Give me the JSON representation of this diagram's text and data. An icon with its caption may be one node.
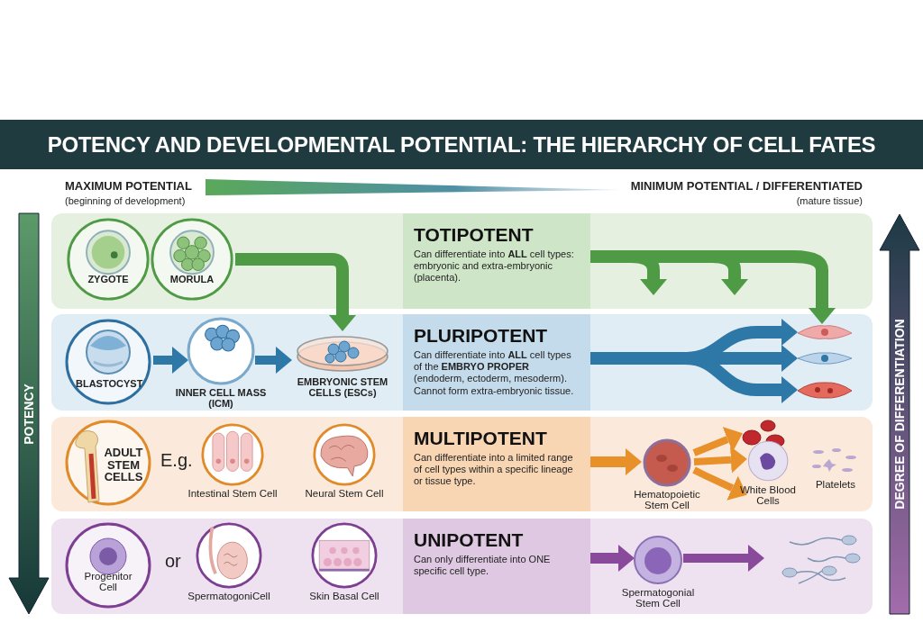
{
  "diagram": {
    "title": "POTENCY AND DEVELOPMENTAL POTENTIAL: THE HIERARCHY OF CELL FATES",
    "nodes": [
      {
        "text": [],
        "shape": "box"
      },
      {
        "text": [
          "ZYGOTE"
        ],
        "in": 0
      },
      {
        "text": [
          "MORULA"
        ],
        "in": 0
      },
      {
        "text": [
          "TOTIPOTENT",
          "Can differentiate into **ALL** cell types: embryonic and extra-embryonic (placenta)."
        ],
        "in": 0
      },
      {
        "text": [],
        "shape": "box"
      },
      {
        "text": [
          "BLASTOCYST"
        ],
        "in": 4
      },
      {
        "text": [
          "**INNER CELL MASS** (ICM)"
        ],
        "in": 4
      },
      {
        "text": [
          "**EMBRYONIC STEM CELLS** (ESCs)"
        ],
        "in": 4
      },
      {
        "text": [
          "PLURIPOTENT",
          "Can differentiate into **ALL** cell types of the **EMBRYO PROPER** (endoderm, ectoderm, mesoderm). Cannot form extra-embryonic tissue."
        ],
        "in": 4
      },
      {
        "text": [],
        "shape": "picture",
        "in": 4
      },
      {
        "text": [],
        "shape": "picture",
        "in": 4
      },
      {
        "text": [],
        "shape": "picture",
        "in": 4
      },
      {
        "text": [],
        "shape": "box"
      },
      {
        "text": [
          "ADULT STEM CELLS"
        ],
        "in": 12
      },
      {
        "text": [
          "Intestinal Stem Cell"
        ],
        "in": 12
      },
      {
        "text": [
          "Neural Stem Cell"
        ],
        "in": 12
      },
      {
        "text": [
          "MULTIPOTENT",
          "Can differentiate into a limited range of cell types within a specific lineage or tissue type."
        ],
        "in": 12
      },
      {
        "text": [
          "Hematopoietic Stem Cell"
        ],
        "in": 12
      },
      {
        "text": [],
        "shape": "picture",
        "in": 12
      },
      {
        "text": [
          "White Blood Cells"
        ],
        "in": 12
      },
      {
        "text": [
          "Platelets"
        ],
        "in": 12
      },
      {
        "text": [],
        "shape": "box"
      },
      {
        "text": [
          "Progenitor Cell"
        ],
        "in": 21
      },
      {
        "text": [
          "SpermatogoniCell"
        ],
        "in": 21
      },
      {
        "text": [
          "Skin Basal Cell"
        ],
        "in": 21
      },
      {
        "text": [
          "UNIPOTENT",
          "Can only differentiate into ONE specific cell type."
        ],
        "in": 21
      },
      {
        "text": [
          "Spermatogonial Stem Cell"
        ],
        "in": 21
      },
      {
        "text": [],
        "shape": "picture",
        "in": 21
      }
    ],
    "edges": [
      {
        "from": 3,
        "to": null,
        "arrow": "to",
        "color": "#4f9a45"
      },
      {
        "from": 3,
        "to": null,
        "arrow": "to",
        "color": "#4f9a45"
      },
      {
        "from": 3,
        "to": 9,
        "arrow": "to",
        "color": "#4f9a45"
      },
      {
        "from": 2,
        "to": 7,
        "arrow": "to",
        "color": "#4f9a45"
      },
      {
        "from": 5,
        "to": 6,
        "arrow": "to",
        "color": "#2e78a8"
      },
      {
        "from": 6,
        "to": 7,
        "arrow": "to",
        "color": "#2e78a8"
      },
      {
        "from": 8,
        "to": 9,
        "arrow": "to",
        "color": "#2e78a8"
      },
      {
        "from": 8,
        "to": 10,
        "arrow": "to",
        "color": "#2e78a8"
      },
      {
        "from": 8,
        "to": 11,
        "arrow": "to",
        "color": "#2e78a8"
      },
      {
        "from": 16,
        "to": 17,
        "arrow": "to",
        "color": "#e8902a"
      },
      {
        "from": 17,
        "to": 18,
        "arrow": "to",
        "color": "#e8902a"
      },
      {
        "from": 17,
        "to": 19,
        "arrow": "to",
        "color": "#e8902a"
      },
      {
        "from": 17,
        "to": 19,
        "arrow": "to",
        "color": "#e8902a"
      },
      {
        "from": 25,
        "to": 26,
        "arrow": "to",
        "color": "#8a4a9c"
      },
      {
        "from": 26,
        "to": 27,
        "arrow": "to",
        "color": "#8a4a9c"
      }
    ],
    "labels": [
      "MAXIMUM POTENTIAL",
      "(beginning of development)",
      "MINIMUM POTENTIAL / DIFFERENTIATED",
      "(mature tissue)",
      "POTENCY",
      "E.g.",
      "or",
      "DEGREE OF DIFFERENTIATION"
    ]
  }
}
